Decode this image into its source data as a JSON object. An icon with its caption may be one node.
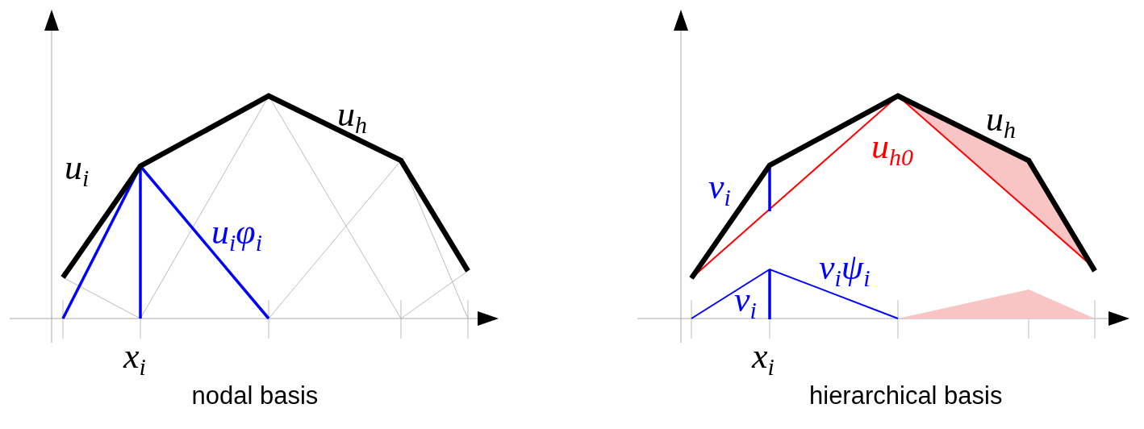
{
  "diagram": {
    "labels": [
      "u$_{i}$",
      "u$_{h}$",
      "u$_{i}$φ$_{i}$",
      "x$_{i}$",
      "nodal basis",
      "v$_{i}$",
      "u$_{h}$$_{0}$",
      "u$_{h}$",
      "v$_{i}$ψ$_{i}$",
      "v$_{i}$",
      "x$_{i}$",
      "hierarchical basis"
    ]
  }
}
